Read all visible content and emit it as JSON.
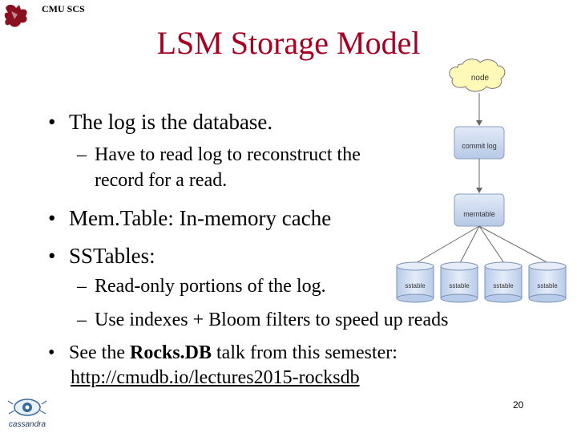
{
  "header": {
    "label": "CMU SCS"
  },
  "slide": {
    "title": "LSM Storage Model",
    "bullets": [
      {
        "text": "The log is the database."
      },
      {
        "text": "Mem.Table: In-memory cache"
      },
      {
        "text": "SSTables:"
      }
    ],
    "sub_bullets": [
      {
        "line1": "Have to read log to reconstruct the",
        "line2": "record for a read."
      },
      {
        "text": "Read-only portions of the log."
      },
      {
        "text": "Use indexes + Bloom filters to speed up reads"
      }
    ],
    "last_bullet": {
      "prefix": "See the ",
      "bold": "Rocks.DB",
      "suffix": " talk from this semester:",
      "link": "http://cmudb.io/lectures2015-rocksdb"
    },
    "page_number": "20"
  },
  "diagram": {
    "node_label": "node",
    "commit_log_label": "commit log",
    "memtable_label": "memtable",
    "sstable_labels": [
      "sstable",
      "sstable",
      "sstable",
      "sstable"
    ],
    "colors": {
      "cloud": "#fff9b8",
      "box": "#c6d6ee",
      "disk": "#cfdcf2"
    }
  },
  "footer": {
    "logo_text": "cassandra"
  }
}
